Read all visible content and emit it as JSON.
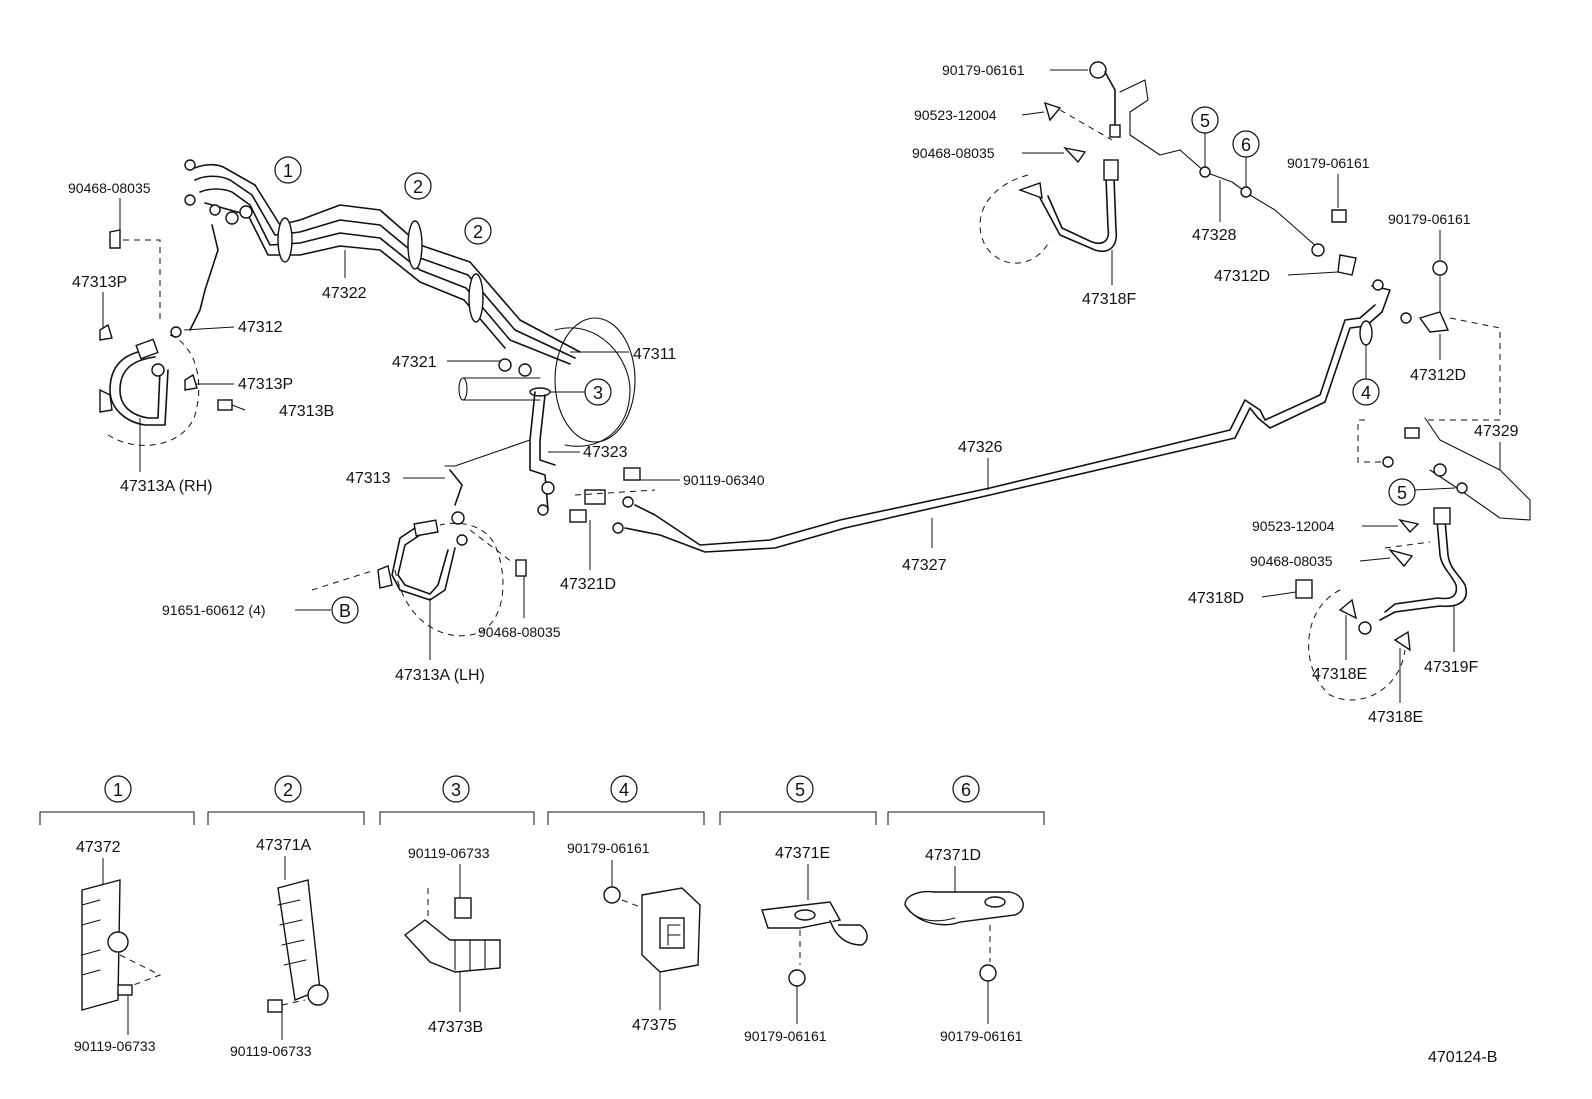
{
  "diagram": {
    "drawing_number": "470124-B",
    "markers": [
      "1",
      "2",
      "2",
      "3",
      "4",
      "5",
      "6",
      "5"
    ],
    "callouts": {
      "p90468_08035_left": "90468-08035",
      "p47313P_a": "47313P",
      "p47312": "47312",
      "p47313P_b": "47313P",
      "p47313B": "47313B",
      "p47313A_RH": "47313A (RH)",
      "p47322": "47322",
      "p47321": "47321",
      "p47311": "47311",
      "p47323": "47323",
      "p47313": "47313",
      "p90119_06340": "90119-06340",
      "p47321D": "47321D",
      "p91651_60612": "91651-60612 (4)",
      "marker_B": "B",
      "p90468_08035_mid": "90468-08035",
      "p47313A_LH": "47313A (LH)",
      "p47326": "47326",
      "p47327": "47327",
      "p90179_06161_top": "90179-06161",
      "p90523_12004_top": "90523-12004",
      "p90468_08035_top": "90468-08035",
      "p47318F": "47318F",
      "p47328": "47328",
      "p90179_06161_r1": "90179-06161",
      "p47312D_a": "47312D",
      "p90179_06161_r2": "90179-06161",
      "p47312D_b": "47312D",
      "p47329": "47329",
      "p90523_12004_r": "90523-12004",
      "p90468_08035_r": "90468-08035",
      "p47318D": "47318D",
      "p47319F": "47319F",
      "p47318E_a": "47318E",
      "p47318E_b": "47318E"
    },
    "detail_panels": [
      {
        "marker": "1",
        "part": "47372",
        "bolt": "90119-06733"
      },
      {
        "marker": "2",
        "part": "47371A",
        "bolt": "90119-06733"
      },
      {
        "marker": "3",
        "part": "47373B",
        "bolt": "90119-06733"
      },
      {
        "marker": "4",
        "part": "47375",
        "bolt": "90179-06161"
      },
      {
        "marker": "5",
        "part": "47371E",
        "bolt": "90179-06161"
      },
      {
        "marker": "6",
        "part": "47371D",
        "bolt": "90179-06161"
      }
    ]
  }
}
